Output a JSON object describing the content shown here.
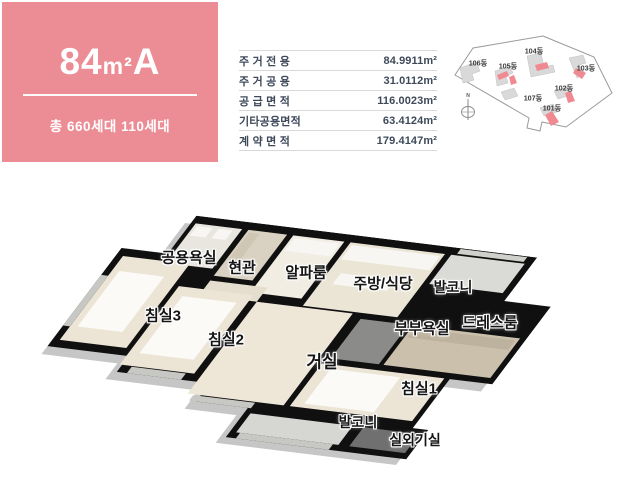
{
  "unit_card": {
    "title_size": "84",
    "title_unit": "m²",
    "title_type": "A",
    "households_prefix": "총",
    "households_total": "660세대",
    "households_type": "110세대",
    "bg_color": "#ec8d96"
  },
  "area_table": {
    "rows": [
      {
        "label": "주 거 전 용",
        "value": "84.9911m²"
      },
      {
        "label": "주 거 공 용",
        "value": "31.0112m²"
      },
      {
        "label": "공 급 면 적",
        "value": "116.0023m²"
      },
      {
        "label": "기타공용면적",
        "value": "63.4124m²"
      },
      {
        "label": "계 약 면 적",
        "value": "179.4147m²"
      }
    ]
  },
  "site_plan": {
    "compass_label": "N",
    "highlight_color": "#ef8a93",
    "buildings": [
      {
        "label": "106동"
      },
      {
        "label": "105동"
      },
      {
        "label": "104동"
      },
      {
        "label": "103동"
      },
      {
        "label": "102동"
      },
      {
        "label": "107동"
      },
      {
        "label": "101동"
      }
    ]
  },
  "floor_plan": {
    "labels": [
      {
        "text": "공용욕실"
      },
      {
        "text": "현관"
      },
      {
        "text": "알파룸"
      },
      {
        "text": "주방/식당"
      },
      {
        "text": "발코니"
      },
      {
        "text": "부부욕실"
      },
      {
        "text": "드레스룸"
      },
      {
        "text": "침실3"
      },
      {
        "text": "침실2"
      },
      {
        "text": "거실"
      },
      {
        "text": "침실1"
      },
      {
        "text": "발코니"
      },
      {
        "text": "실외기실"
      }
    ]
  }
}
